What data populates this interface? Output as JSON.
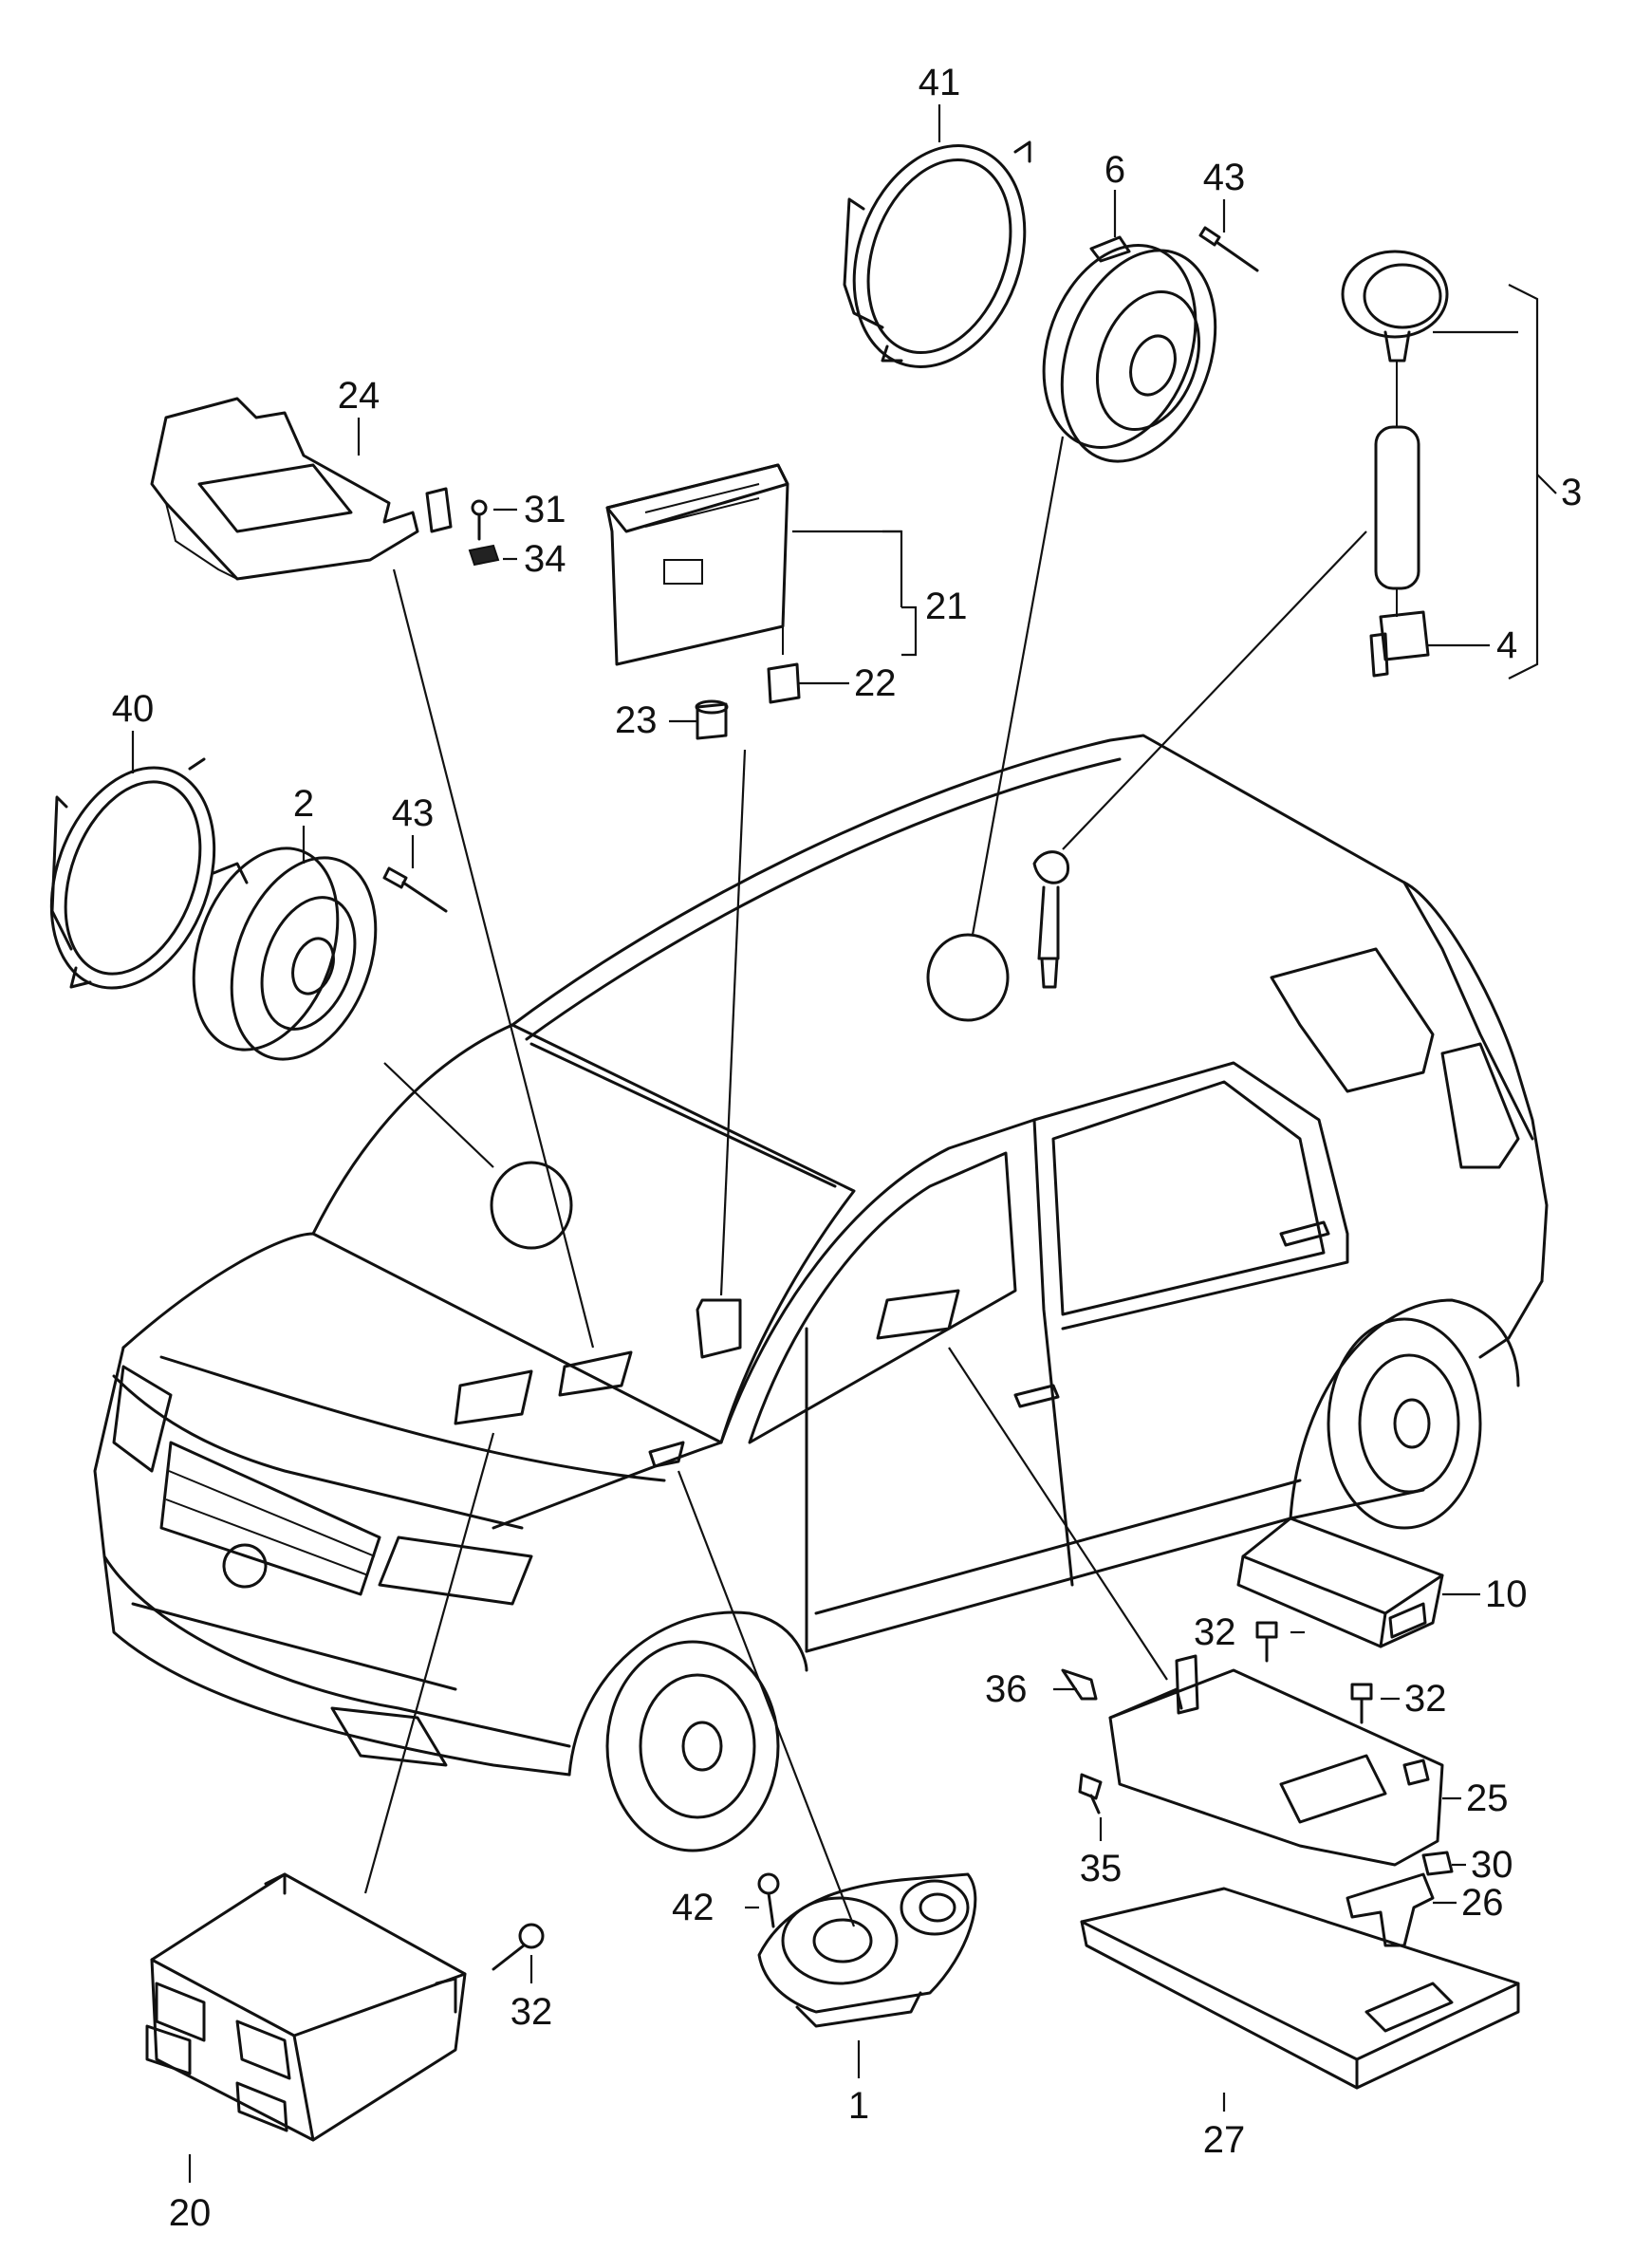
{
  "diagram": {
    "callouts": [
      "41",
      "6",
      "43",
      "24",
      "31",
      "34",
      "21",
      "22",
      "23",
      "3",
      "4",
      "40",
      "2",
      "43",
      "10",
      "32",
      "36",
      "32",
      "25",
      "35",
      "30",
      "26",
      "27",
      "42",
      "1",
      "32",
      "20"
    ],
    "colors": {
      "ink": "#111111",
      "paper": "#ffffff"
    }
  }
}
